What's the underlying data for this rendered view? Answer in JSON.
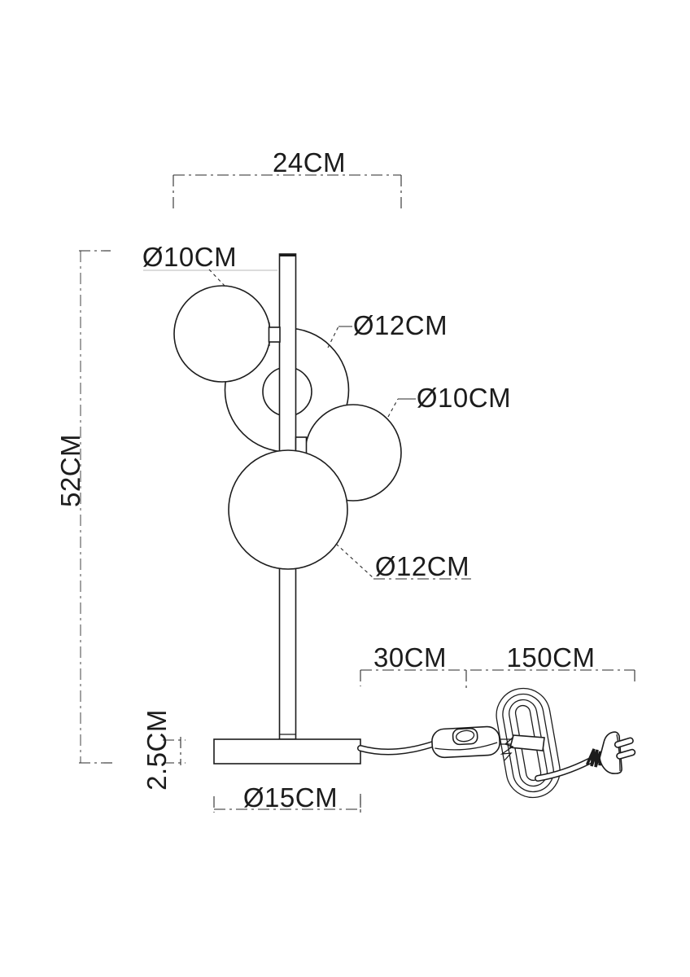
{
  "diagram": {
    "type": "technical-dimension-drawing",
    "subject": "table lamp with four glass globes, inline switch cord and two-pin plug",
    "units": "CM",
    "colors": {
      "background": "#ffffff",
      "line": "#1c1c1c",
      "dimension": "#2a2a2a"
    },
    "labels": {
      "width_top": "24CM",
      "height_total": "52CM",
      "globe_top_left": "Ø10CM",
      "globe_middle": "Ø12CM",
      "globe_right": "Ø10CM",
      "globe_bottom": "Ø12CM",
      "cord_base_to_switch": "30CM",
      "cord_switch_to_plug": "150CM",
      "base_height": "2.5CM",
      "base_diameter": "Ø15CM"
    }
  }
}
